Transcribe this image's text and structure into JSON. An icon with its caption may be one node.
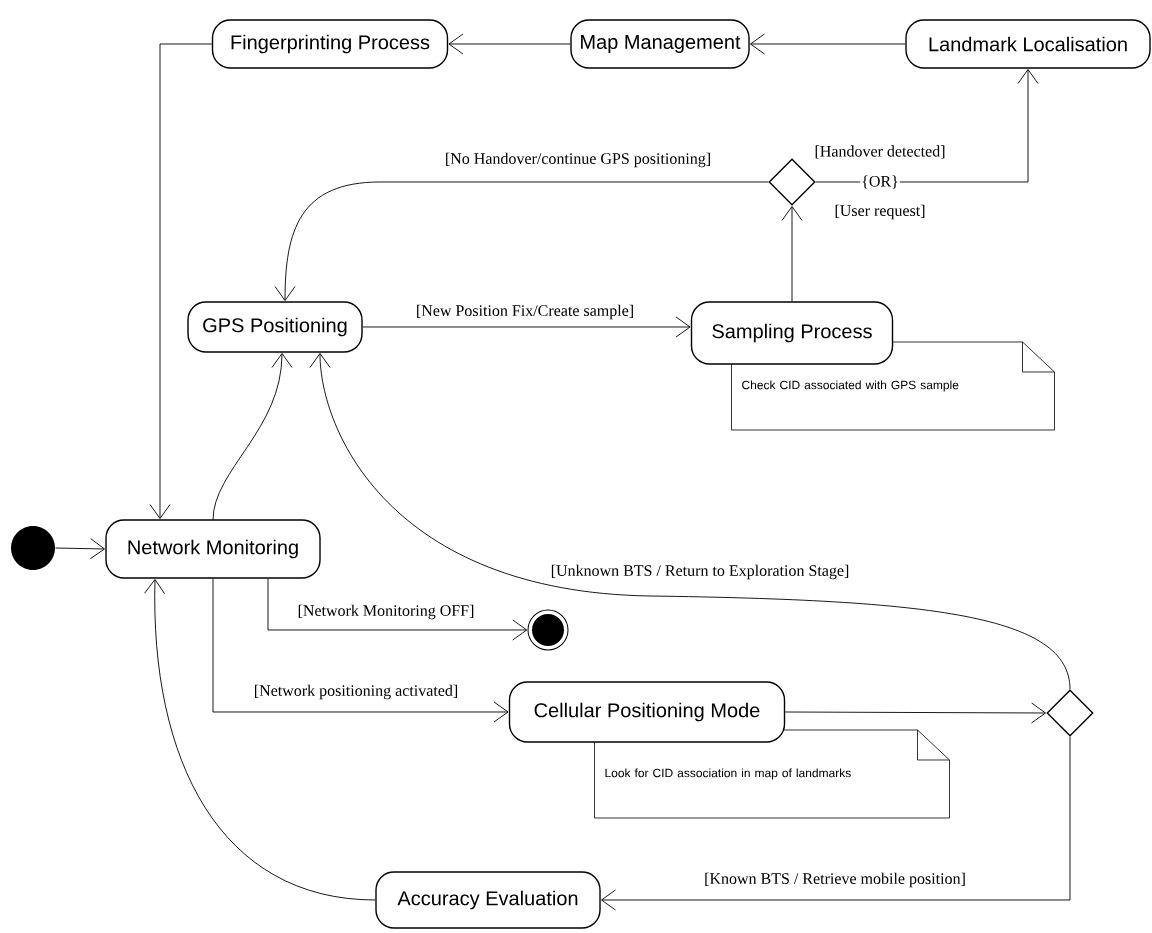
{
  "diagram": {
    "nodes": [
      {
        "text": [
          "Fingerprinting Process"
        ]
      },
      {
        "text": [
          "Map Management"
        ]
      },
      {
        "text": [
          "Landmark Localisation"
        ]
      },
      {
        "text": [],
        "shape": "diamond"
      },
      {
        "text": [
          "GPS Positioning"
        ]
      },
      {
        "text": [
          "Sampling Process"
        ]
      },
      {
        "text": [
          "Check CID associated with GPS sample"
        ]
      },
      {
        "text": [],
        "shape": "circle"
      },
      {
        "text": [
          "Network Monitoring"
        ]
      },
      {
        "text": [],
        "shape": "circle"
      },
      {
        "text": [
          "Cellular Positioning Mode"
        ]
      },
      {
        "text": [
          "Look for CID association in map of landmarks"
        ]
      },
      {
        "text": [],
        "shape": "diamond"
      },
      {
        "text": [
          "Accuracy Evaluation"
        ]
      }
    ],
    "edges": [
      {
        "from": 2,
        "to": 1,
        "arrow": "to"
      },
      {
        "from": 1,
        "to": 0,
        "arrow": "to"
      },
      {
        "from": 0,
        "to": 8,
        "arrow": "to"
      },
      {
        "from": 7,
        "to": 8,
        "arrow": "to"
      },
      {
        "from": 8,
        "to": 4,
        "arrow": "to"
      },
      {
        "from": 4,
        "to": 5,
        "arrow": "to",
        "label": "[New Position Fix/Create sample]"
      },
      {
        "from": 5,
        "to": 3,
        "arrow": "to"
      },
      {
        "from": 3,
        "to": 4,
        "arrow": "to",
        "label": "[No Handover/continue GPS positioning]"
      },
      {
        "from": 3,
        "to": 2,
        "arrow": "to",
        "label": "{OR}"
      },
      {
        "from": 8,
        "to": 9,
        "arrow": "to",
        "label": "[Network Monitoring OFF]"
      },
      {
        "from": 8,
        "to": 10,
        "arrow": "to",
        "label": "[Network positioning activated]"
      },
      {
        "from": 10,
        "to": 12,
        "arrow": "to"
      },
      {
        "from": 12,
        "to": 4,
        "arrow": "to",
        "label": "[Unknown BTS / Return to Exploration Stage]"
      },
      {
        "from": 12,
        "to": 13,
        "arrow": "to",
        "label": "[Known BTS / Retrieve mobile position]"
      },
      {
        "from": 13,
        "to": 8,
        "arrow": "to"
      }
    ],
    "labels": [
      "[Handover detected]",
      "[User request]"
    ]
  }
}
